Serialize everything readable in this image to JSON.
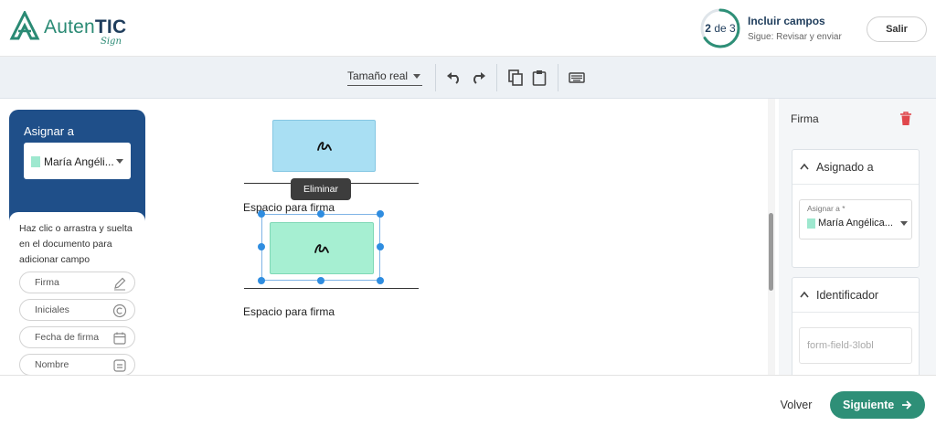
{
  "header": {
    "logo_main": "Auten",
    "logo_bold": "TIC",
    "logo_sign": "Sign",
    "step_current": "2",
    "step_sep": " de ",
    "step_total": "3",
    "step_progress": 0.66,
    "step_title": "Incluir campos",
    "step_subtitle": "Sigue: Revisar y enviar",
    "exit_label": "Salir"
  },
  "toolbar": {
    "zoom_label": "Tamaño real",
    "icons": [
      "undo-icon",
      "redo-icon",
      "copy-icon",
      "paste-icon",
      "keyboard-icon"
    ]
  },
  "left_panel": {
    "assign_title": "Asignar a",
    "assignee": "María Angéli...",
    "help_text": "Haz clic o arrastra y suelta en el documento para adicionar campo",
    "fields": [
      {
        "label": "Firma",
        "icon": "pencil-icon"
      },
      {
        "label": "Iniciales",
        "icon": "copyright-icon"
      },
      {
        "label": "Fecha de firma",
        "icon": "calendar-icon"
      },
      {
        "label": "Nombre",
        "icon": "id-card-icon"
      }
    ]
  },
  "document": {
    "tooltip": "Eliminar",
    "label_1": "Espacio para firma",
    "label_2": "Espacio para firma",
    "field_1_color": "#a9dff3",
    "field_2_color": "#a6efd2"
  },
  "right_panel": {
    "title": "Firma",
    "section_assigned": "Asignado a",
    "assign_field_label": "Asignar a *",
    "assign_value": "María Angélica...",
    "section_identifier": "Identificador",
    "identifier_placeholder": "form-field-3lobl"
  },
  "footer": {
    "back_label": "Volver",
    "next_label": "Siguiente"
  },
  "colors": {
    "brand_green": "#2e8f77",
    "brand_blue": "#1f4f89",
    "delete_red": "#e0474c"
  }
}
